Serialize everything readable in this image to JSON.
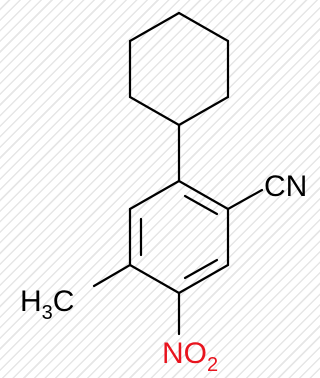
{
  "molecule": {
    "labels": {
      "nitrile": {
        "text": "CN",
        "color": "#000000"
      },
      "methyl": {
        "prefix": "H",
        "subscript": "3",
        "suffix": "C",
        "color": "#000000"
      },
      "nitro": {
        "text": "NO",
        "subscript": "2",
        "color": "#e8141e"
      }
    }
  },
  "colors": {
    "bond": "#000000",
    "background": "#ffffff",
    "hatch": "#e6e6e6"
  }
}
